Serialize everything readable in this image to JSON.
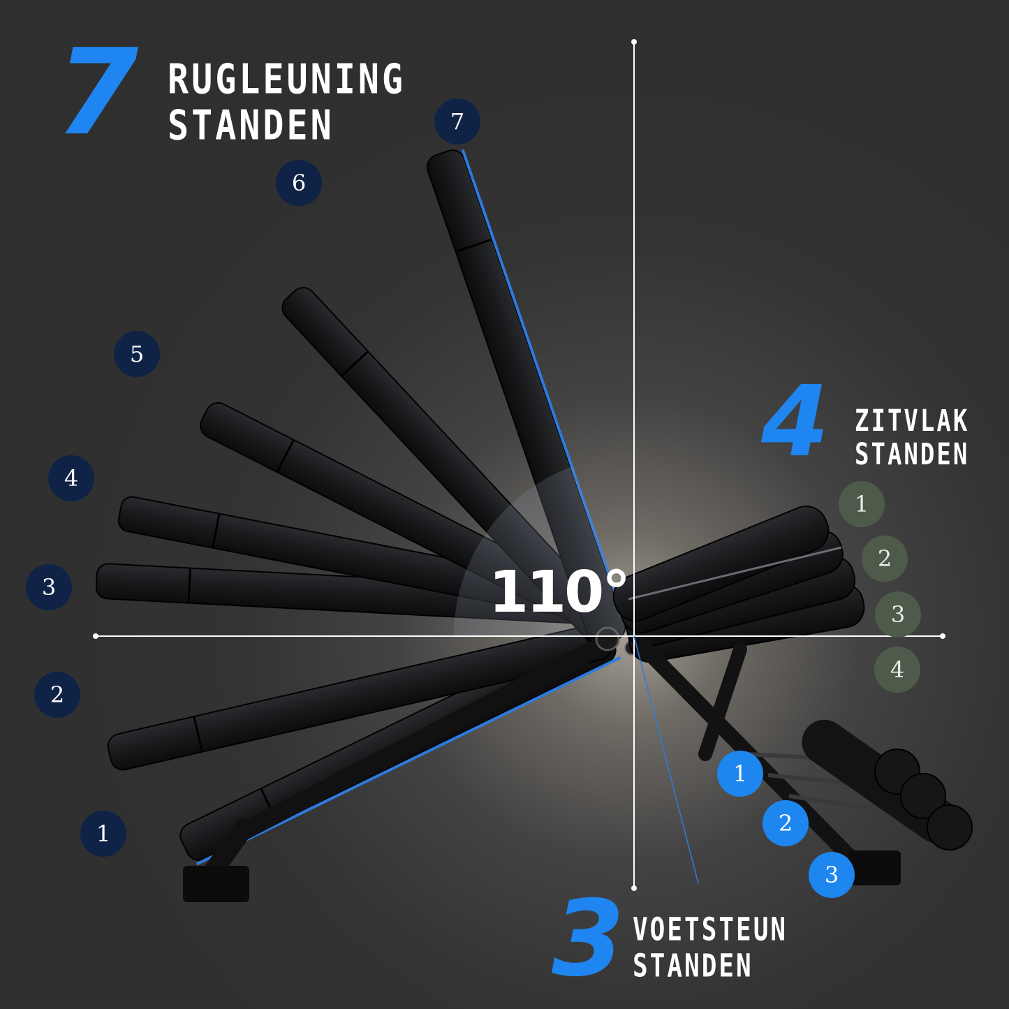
{
  "backrest": {
    "count": "7",
    "line1": "RUGLEUNING",
    "line2": "STANDEN",
    "positions": [
      "1",
      "2",
      "3",
      "4",
      "5",
      "6",
      "7"
    ]
  },
  "seat": {
    "count": "4",
    "line1": "ZITVLAK",
    "line2": "STANDEN",
    "positions": [
      "1",
      "2",
      "3",
      "4"
    ]
  },
  "footrest": {
    "count": "3",
    "line1": "VOETSTEUN",
    "line2": "STANDEN",
    "positions": [
      "1",
      "2",
      "3"
    ]
  },
  "angle": "110°",
  "colors": {
    "accent": "#1f85f0",
    "backrest_badge": "#0f2347",
    "seat_badge": "#4f5b4a",
    "footrest_badge": "#1e86ef"
  }
}
